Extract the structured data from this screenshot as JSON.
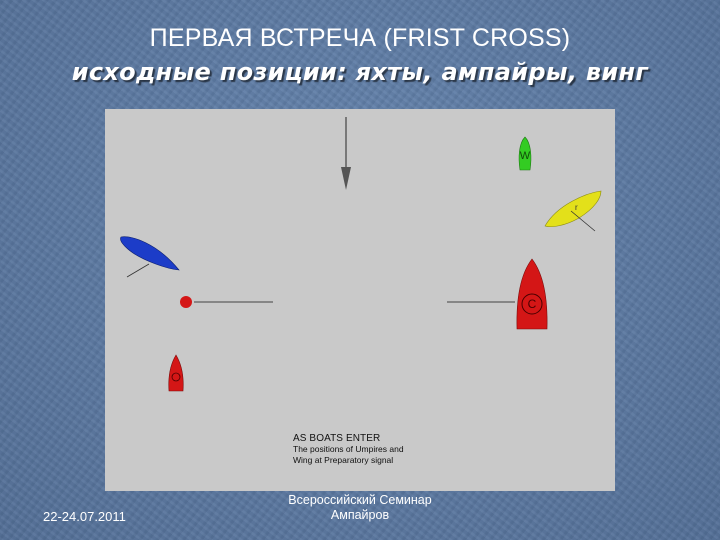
{
  "slide": {
    "title": "ПЕРВАЯ ВСТРЕЧА (FRIST CROSS)",
    "subtitle": "исходные позиции: яхты, ампайры, винг"
  },
  "diagram": {
    "marks": {
      "wing": "W",
      "yellow_umpire": "r",
      "committee": "C"
    },
    "caption": {
      "heading": "AS  BOATS  ENTER",
      "line1": "The positions of Umpires and",
      "line2": "Wing  at Preparatory signal"
    },
    "colors": {
      "background": "#c9c9c9",
      "blue_boat": "#1c3cc8",
      "red_boat": "#d41616",
      "green_wing": "#33cc22",
      "yellow_umpire": "#e3e01a"
    }
  },
  "footer": {
    "date": "22-24.07.2011",
    "center_line1": "Всероссийский Семинар",
    "center_line2": "Ампайров"
  }
}
